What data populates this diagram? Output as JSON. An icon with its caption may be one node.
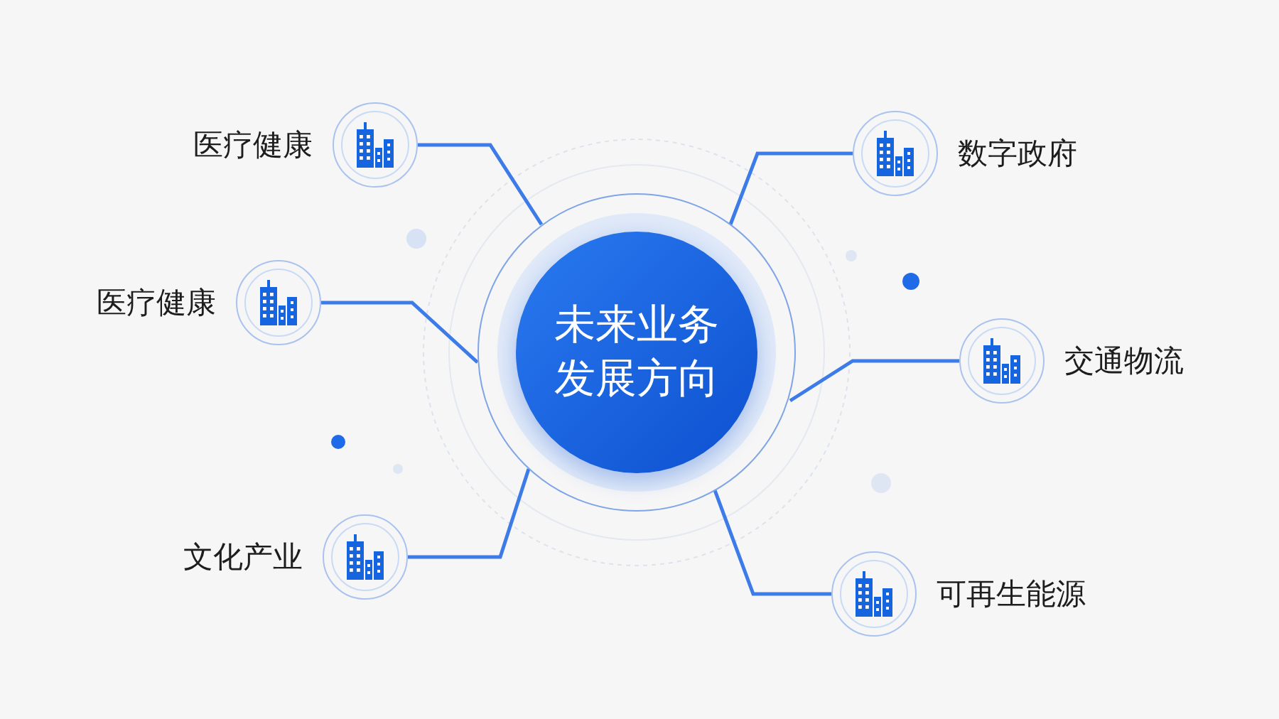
{
  "diagram": {
    "nodes": [
      {
        "text": [
          "未来业务发展方向"
        ]
      },
      {
        "text": [
          "医疗健康"
        ]
      },
      {
        "text": [
          "数字政府"
        ]
      },
      {
        "text": [
          "医疗健康"
        ]
      },
      {
        "text": [
          "交通物流"
        ]
      },
      {
        "text": [
          "文化产业"
        ]
      },
      {
        "text": [
          "可再生能源"
        ]
      }
    ],
    "edges": [
      {
        "from": 0,
        "to": 1,
        "arrow": "none"
      },
      {
        "from": 0,
        "to": 2,
        "arrow": "none"
      },
      {
        "from": 0,
        "to": 3,
        "arrow": "none"
      },
      {
        "from": 0,
        "to": 4,
        "arrow": "none"
      },
      {
        "from": 0,
        "to": 5,
        "arrow": "none"
      },
      {
        "from": 0,
        "to": 6,
        "arrow": "none"
      }
    ]
  }
}
